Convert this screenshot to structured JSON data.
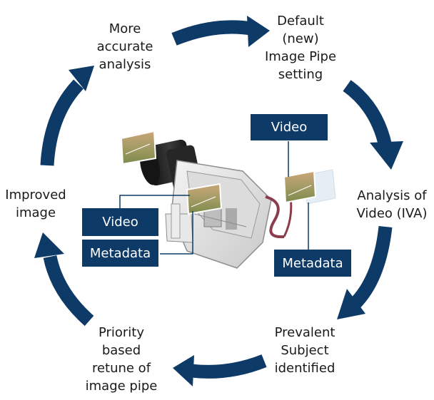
{
  "cycle": {
    "more_accurate": [
      "More",
      "accurate",
      "analysis"
    ],
    "default_setting": [
      "Default",
      "(new)",
      "Image Pipe",
      "setting"
    ],
    "analysis_of_video": [
      "Analysis of",
      "Video (IVA)"
    ],
    "prevalent_subject": [
      "Prevalent",
      "Subject",
      "identified"
    ],
    "priority_retune": [
      "Priority",
      "based",
      "retune of",
      "image pipe"
    ],
    "improved_image": [
      "Improved",
      "image"
    ]
  },
  "tags": {
    "left_video": "Video",
    "left_metadata": "Metadata",
    "right_video": "Video",
    "right_metadata": "Metadata"
  },
  "colors": {
    "arrow": "#0d3a66",
    "tag_background": "#0d3a66",
    "tag_text": "#ffffff",
    "label_text": "#1a1a1a"
  }
}
